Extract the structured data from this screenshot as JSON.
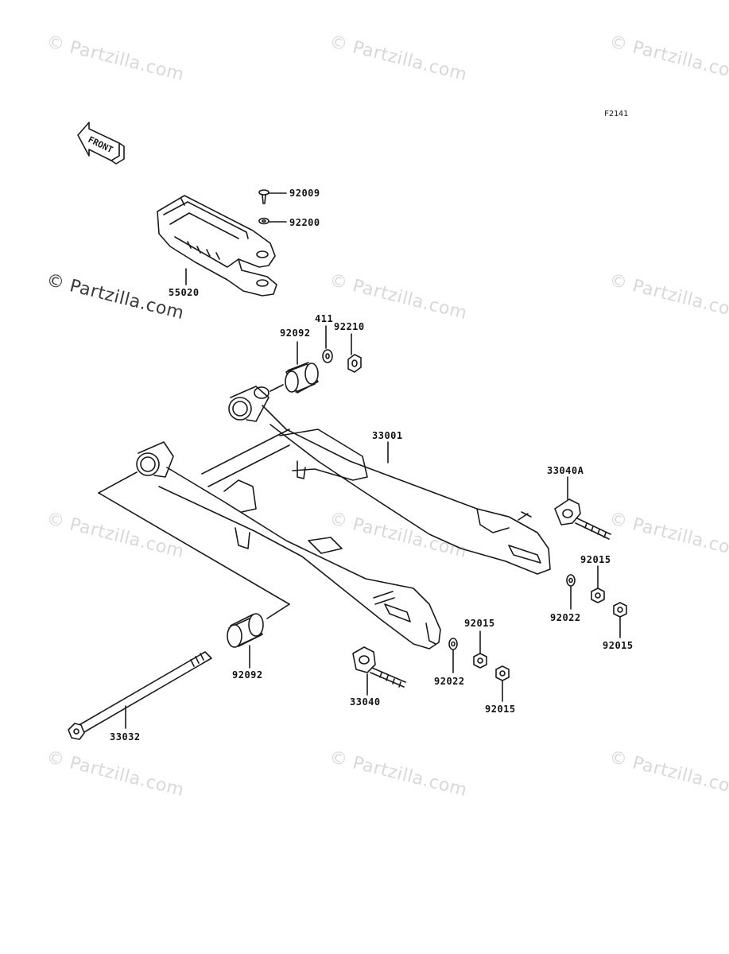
{
  "diagram": {
    "figure_code": "F2141",
    "front_label": "FRONT",
    "watermark_text": "© Partzilla.com",
    "parts": {
      "p92009": "92009",
      "p92200": "92200",
      "p55020": "55020",
      "p92210": "92210",
      "p411": "411",
      "p92092_top": "92092",
      "p33001": "33001",
      "p33040A": "33040A",
      "p92015_a": "92015",
      "p92022_a": "92022",
      "p92015_b": "92015",
      "p92015_c": "92015",
      "p92022_b": "92022",
      "p92015_d": "92015",
      "p33040": "33040",
      "p92092_bottom": "92092",
      "p33032": "33032"
    },
    "colors": {
      "line": "#1a1a1a",
      "watermark": "#d8d8d8",
      "background": "#ffffff"
    }
  }
}
